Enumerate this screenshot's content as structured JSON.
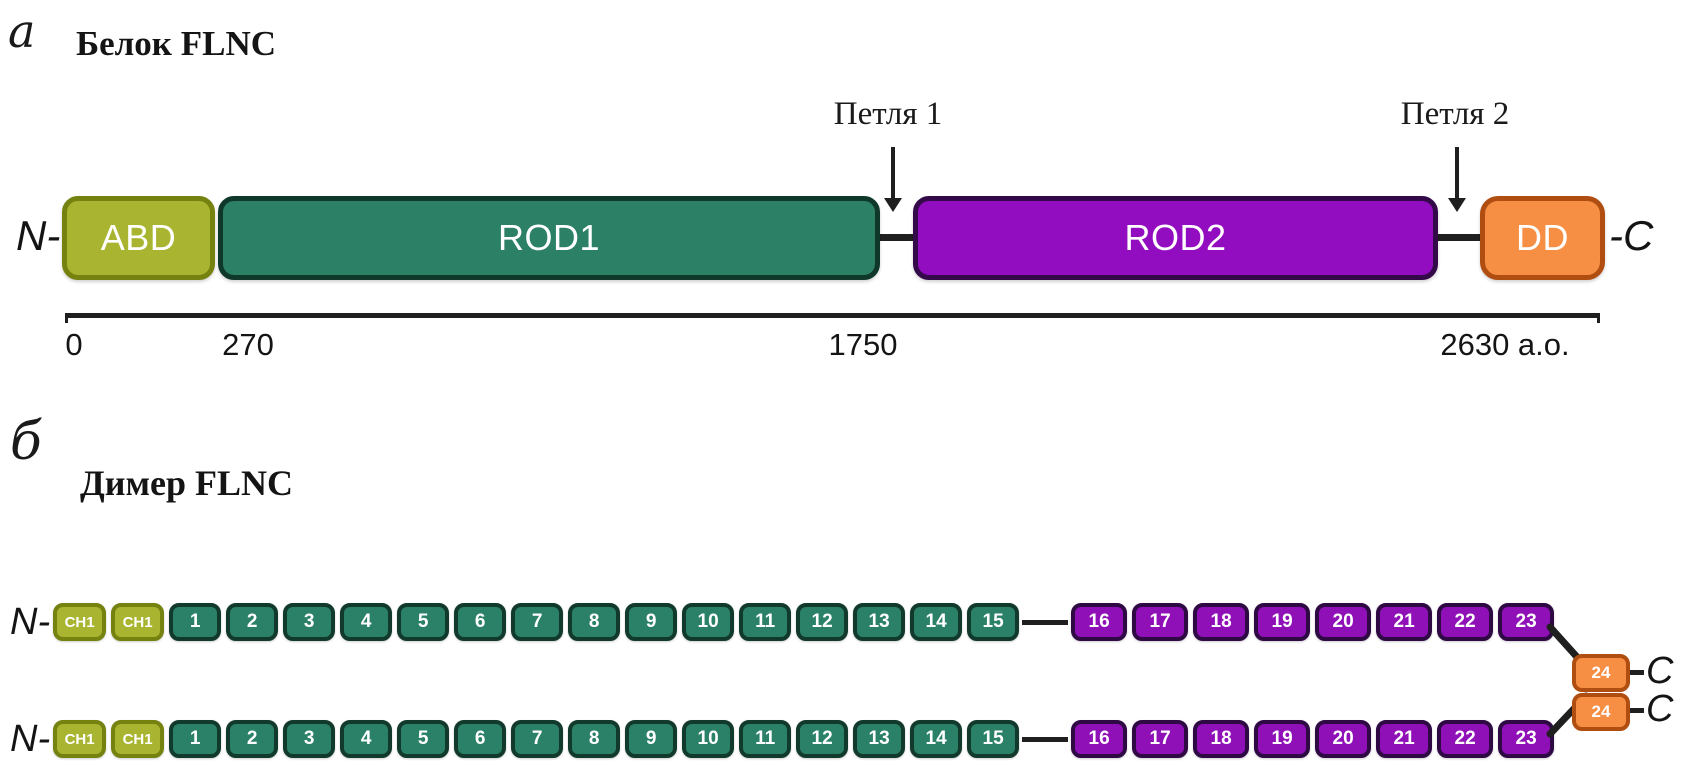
{
  "panel_a": {
    "panel_letter": "а",
    "title": "Белок FLNC",
    "n_terminus": "N-",
    "c_terminus": "-C",
    "loop1_label": "Петля 1",
    "loop2_label": "Петля 2",
    "domains": [
      {
        "label": "ABD",
        "fill": "#a9b530",
        "border": "#76820f"
      },
      {
        "label": "ROD1",
        "fill": "#2b8066",
        "border": "#0f382b"
      },
      {
        "label": "ROD2",
        "fill": "#930dc0",
        "border": "#33094a"
      },
      {
        "label": "DD",
        "fill": "#f68e43",
        "border": "#b04d10"
      }
    ],
    "scale_ticks": [
      "0",
      "270",
      "1750",
      "2630 а.о."
    ]
  },
  "panel_b": {
    "panel_letter": "б",
    "title": "Димер FLNC",
    "n_terminus": "N-",
    "c_terminus": "C",
    "ch_domains": [
      "CH1",
      "CH1"
    ],
    "rod1_domains": [
      "1",
      "2",
      "3",
      "4",
      "5",
      "6",
      "7",
      "8",
      "9",
      "10",
      "11",
      "12",
      "13",
      "14",
      "15"
    ],
    "rod2_domains": [
      "16",
      "17",
      "18",
      "19",
      "20",
      "21",
      "22",
      "23"
    ],
    "dd_domain": "24"
  },
  "colors": {
    "olive_fill": "#a9b530",
    "olive_border": "#76820f",
    "teal_fill": "#2b8168",
    "teal_border": "#123a2c",
    "purple_fill": "#9010b8",
    "purple_border": "#2f0944",
    "orange_fill": "#f68e43",
    "orange_border": "#b04d10",
    "ink": "#1f1f1f",
    "text_on_domain": "#ffffff"
  }
}
